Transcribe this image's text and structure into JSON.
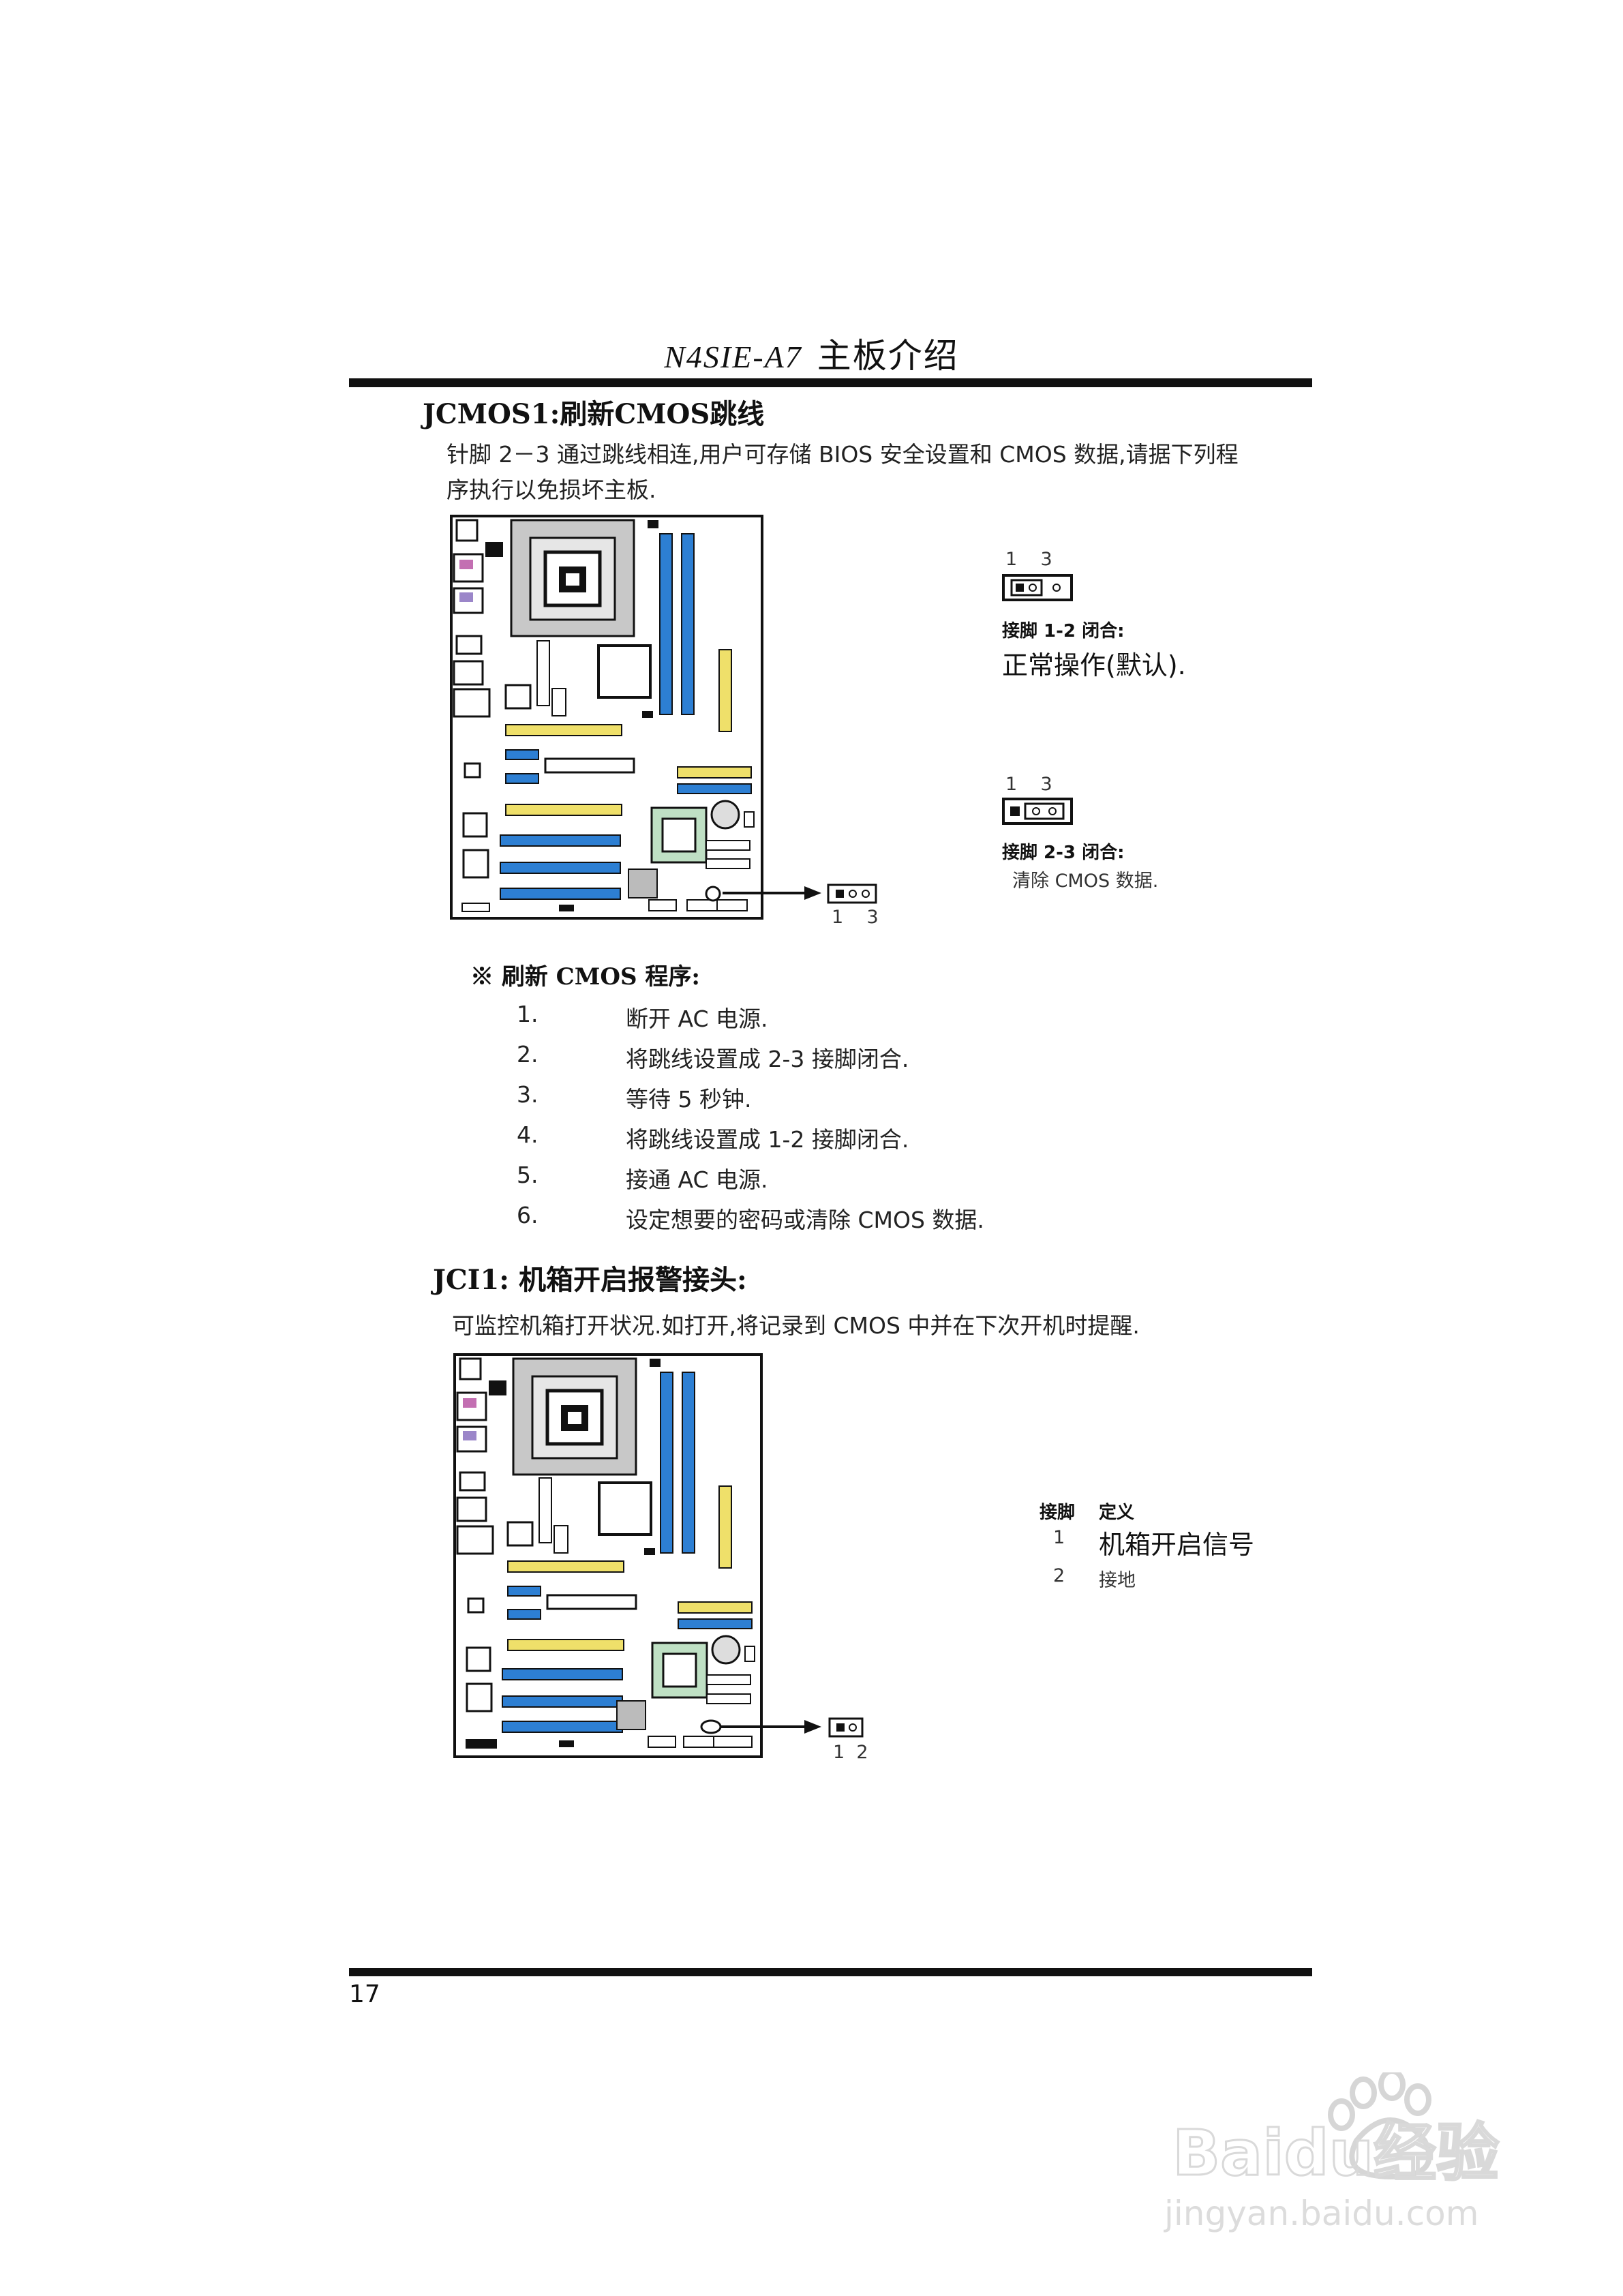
{
  "header": {
    "model": "N4SIE-A7",
    "title": "主板介绍"
  },
  "jcmos": {
    "title": "JCMOS1:刷新CMOS跳线",
    "desc_line1": "针脚 2－3 通过跳线相连,用户可存储 BIOS 安全设置和 CMOS 数据,请据下列程",
    "desc_line2": "序执行以免损坏主板.",
    "board_pin_labels": "1    3",
    "jumper1": {
      "pins": "1    3",
      "label": "接脚 1-2 闭合:",
      "desc": "正常操作(默认)."
    },
    "jumper2": {
      "pins": "1    3",
      "label": "接脚 2-3 闭合:",
      "desc": "清除 CMOS 数据."
    },
    "procedure_title": "※ 刷新 CMOS 程序:",
    "steps": [
      {
        "num": "1.",
        "text": "断开 AC 电源."
      },
      {
        "num": "2.",
        "text": "将跳线设置成 2-3 接脚闭合."
      },
      {
        "num": "3.",
        "text": "等待 5 秒钟."
      },
      {
        "num": "4.",
        "text": "将跳线设置成 1-2 接脚闭合."
      },
      {
        "num": "5.",
        "text": "接通 AC 电源."
      },
      {
        "num": "6.",
        "text": "设定想要的密码或清除 CMOS 数据."
      }
    ]
  },
  "jci": {
    "title": "JCI1: 机箱开启报警接头:",
    "desc": "可监控机箱打开状况.如打开,将记录到 CMOS 中并在下次开机时提醒.",
    "board_pin_labels": "1  2",
    "table": {
      "col_pin": "接脚",
      "col_def": "定义",
      "rows": [
        {
          "pin": "1",
          "def": "机箱开启信号"
        },
        {
          "pin": "2",
          "def": "接地"
        }
      ]
    }
  },
  "footer": {
    "page": "17"
  },
  "watermark": {
    "brand": "Baidu经验",
    "url": "jingyan.baidu.com"
  },
  "colors": {
    "blue": "#2d7fd3",
    "yellow": "#efe06a",
    "green": "#bfe0c4",
    "dark": "#111111"
  }
}
